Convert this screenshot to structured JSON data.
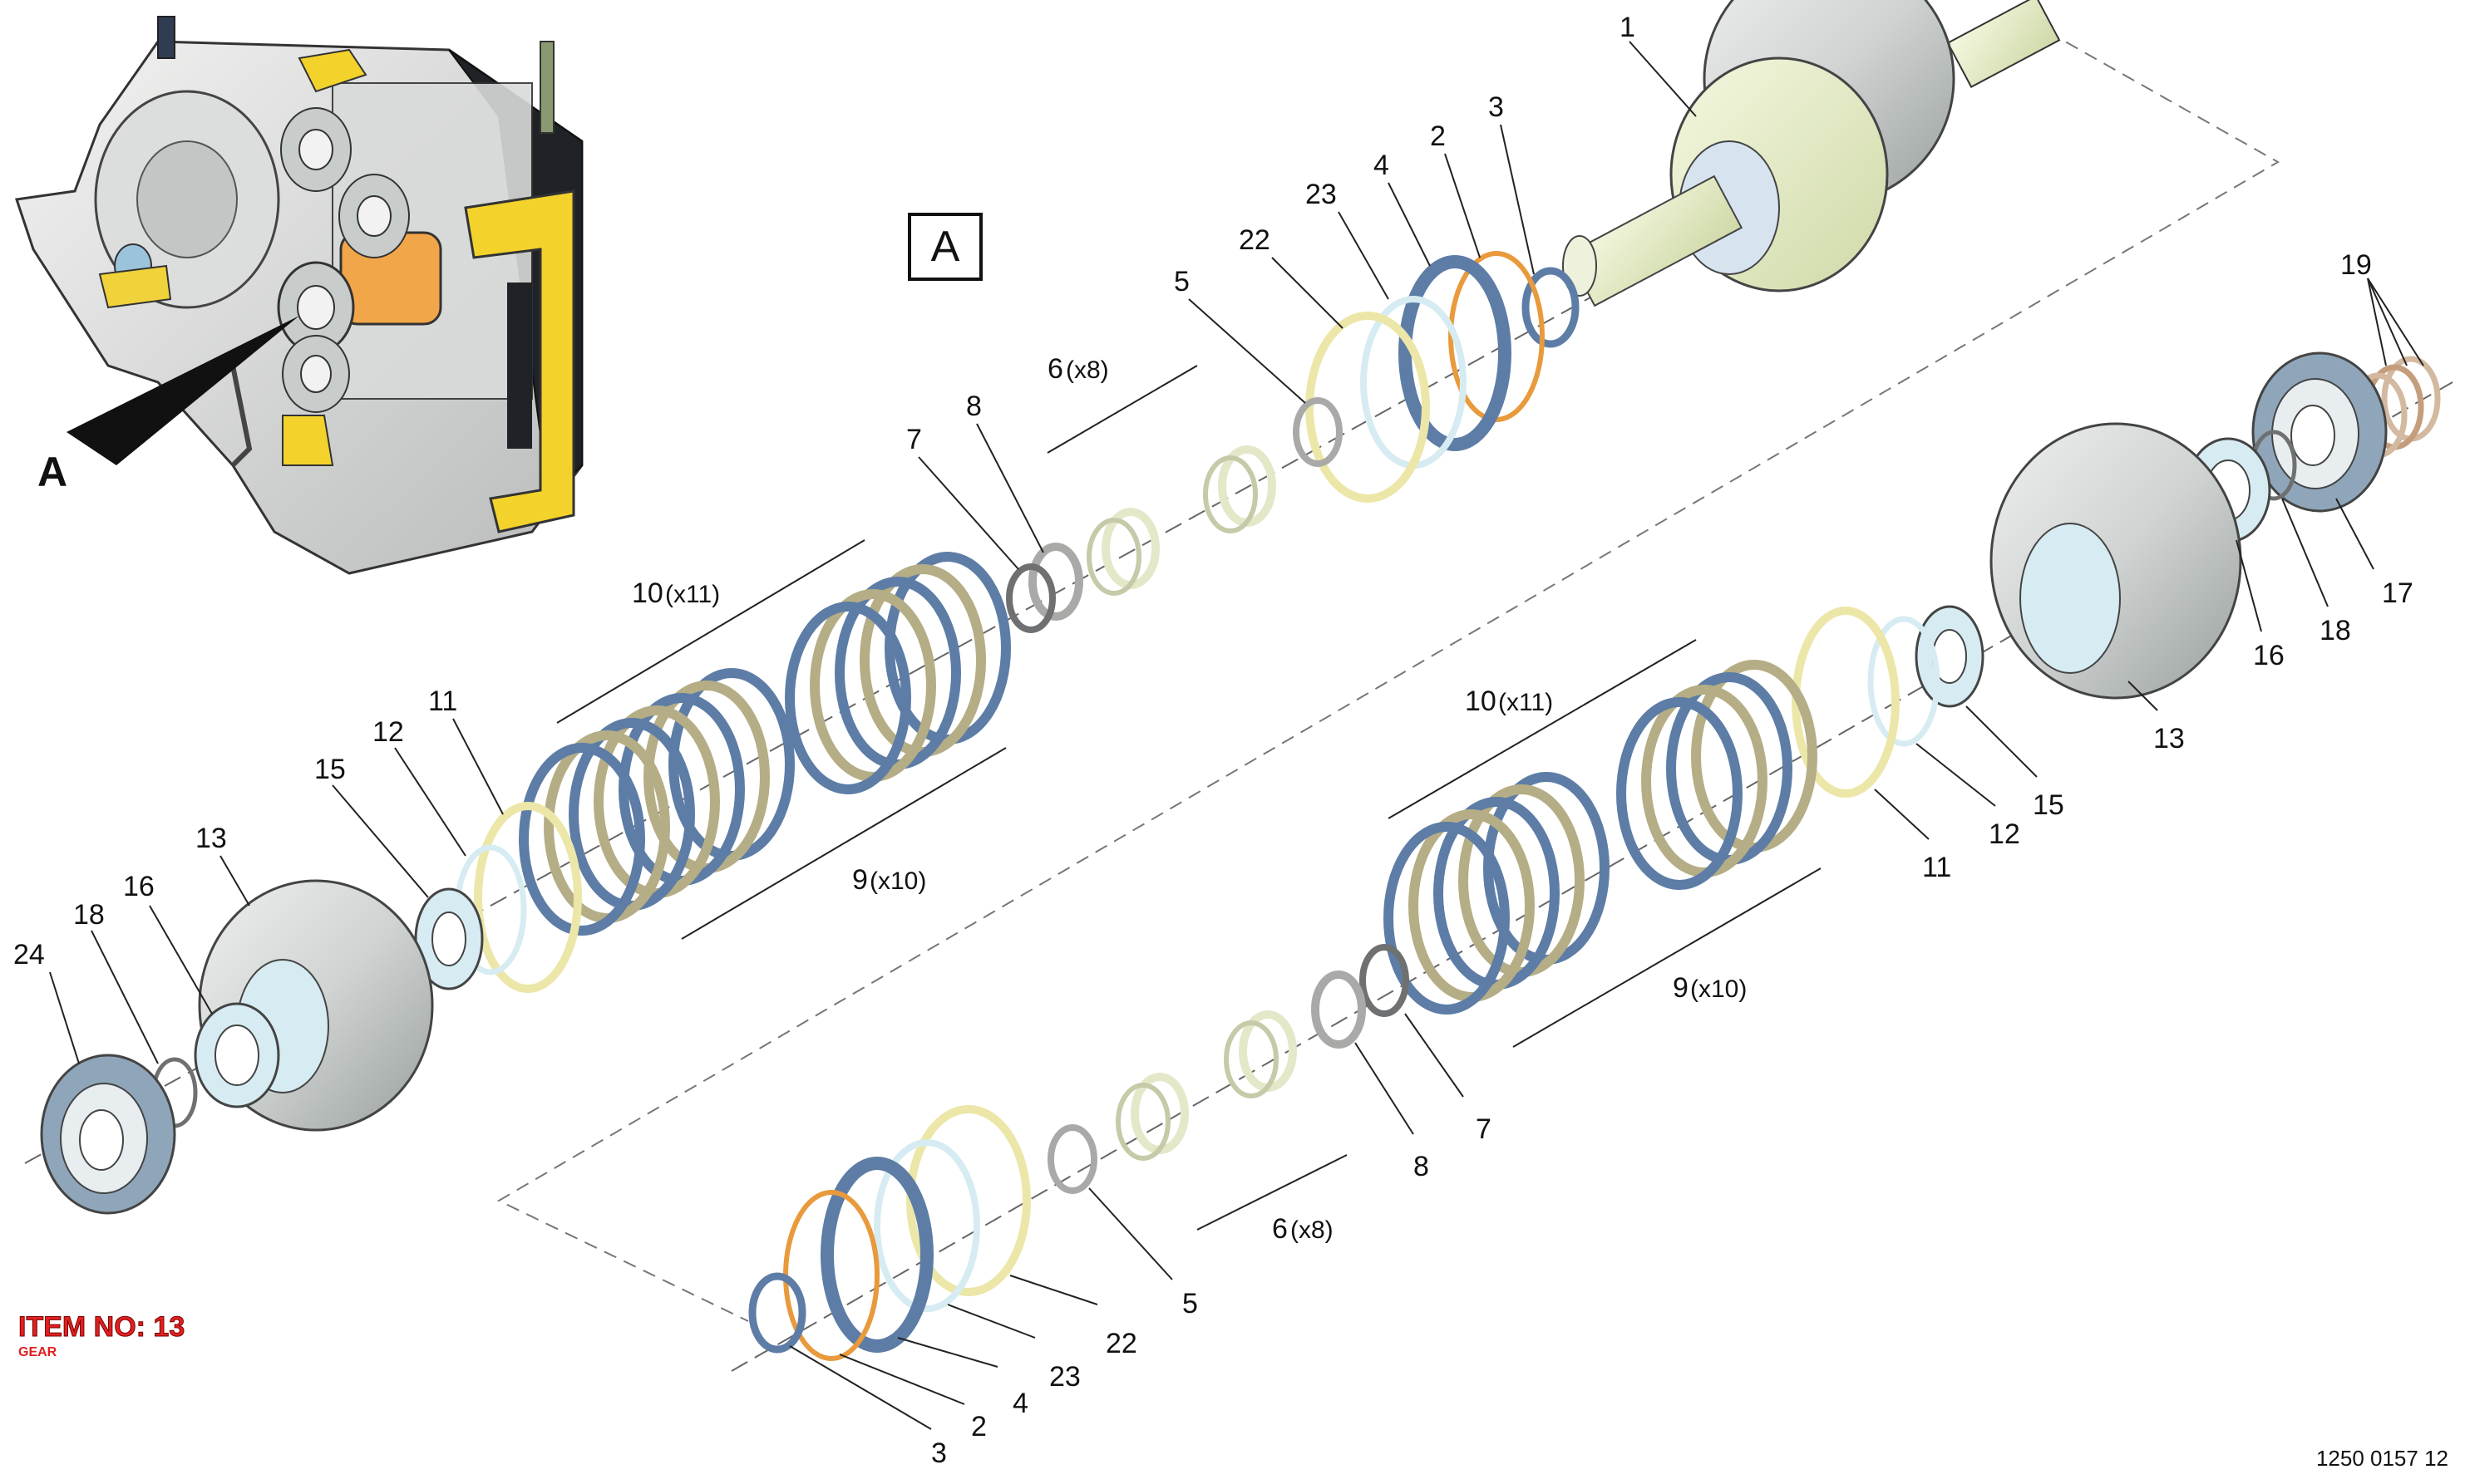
{
  "view_label": "A",
  "callout_letter": "A",
  "item": {
    "title": "ITEM NO: 13",
    "subtitle": "GEAR"
  },
  "drawing_ref": "1250 0157 12",
  "colors": {
    "ring_blue": "#5d7da6",
    "ring_tan": "#b5ad85",
    "ring_yellow": "#ece7a8",
    "ring_lightblue": "#d6ecf2",
    "ring_orange": "#e89a3c",
    "ring_grey": "#a9aaa8",
    "ring_cream": "#e4e8c9",
    "gear_grey": "#cfd3d2",
    "shaft_green": "#e8f0c8",
    "bearing_blue": "#8fa6ba",
    "pack_orange": "#f2a64a",
    "bracket_yellow": "#f3d22c",
    "accent_red": "#e02020"
  },
  "labels": {
    "p1": "1",
    "p2_top": "2",
    "p3_top": "3",
    "p4_top": "4",
    "p23_top": "23",
    "p22_top": "22",
    "p5_top": "5",
    "p6_top": "6",
    "p6_top_qty": "(x8)",
    "p8_top": "8",
    "p7_top": "7",
    "p10_top": "10",
    "p10_top_qty": "(x11)",
    "p9_top": "9",
    "p9_top_qty": "(x10)",
    "p11_left": "11",
    "p12_left": "12",
    "p15_left": "15",
    "p13_left": "13",
    "p16_left": "16",
    "p18_left": "18",
    "p24": "24",
    "p19": "19",
    "p17": "17",
    "p18_right": "18",
    "p16_right": "16",
    "p13_right": "13",
    "p15_right": "15",
    "p12_right": "12",
    "p11_right": "11",
    "p10_bot": "10",
    "p10_bot_qty": "(x11)",
    "p9_bot": "9",
    "p9_bot_qty": "(x10)",
    "p7_bot": "7",
    "p8_bot": "8",
    "p6_bot": "6",
    "p6_bot_qty": "(x8)",
    "p5_bot": "5",
    "p22_bot": "22",
    "p23_bot": "23",
    "p4_bot": "4",
    "p2_bot": "2",
    "p3_bot": "3"
  }
}
